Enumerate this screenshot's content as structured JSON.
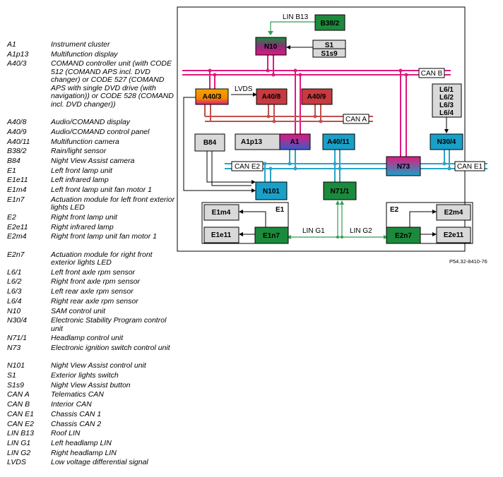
{
  "legend": [
    {
      "code": "A1",
      "desc": "Instrument cluster"
    },
    {
      "code": "A1p13",
      "desc": "Multifunction display"
    },
    {
      "code": "A40/3",
      "desc": "COMAND controller unit (with CODE 512 (COMAND APS incl. DVD changer) or CODE 527 (COMAND APS with single DVD drive (with navigation)) or CODE 528 (COMAND incl. DVD changer))"
    },
    {
      "code": "A40/8",
      "desc": "Audio/COMAND display"
    },
    {
      "code": "A40/9",
      "desc": "Audio/COMAND control panel"
    },
    {
      "code": "A40/11",
      "desc": "Multifunction camera"
    },
    {
      "code": "B38/2",
      "desc": "Rain/light sensor"
    },
    {
      "code": "B84",
      "desc": "Night View Assist camera"
    },
    {
      "code": "E1",
      "desc": "Left front lamp unit"
    },
    {
      "code": "E1e11",
      "desc": "Left infrared lamp"
    },
    {
      "code": "E1m4",
      "desc": "Left front lamp unit fan motor 1"
    },
    {
      "code": "E1n7",
      "desc": "Actuation module for left front exterior lights LED"
    },
    {
      "code": "E2",
      "desc": "Right front lamp unit"
    },
    {
      "code": "E2e11",
      "desc": "Right infrared lamp"
    },
    {
      "code": "E2m4",
      "desc": "Right front lamp unit fan motor 1"
    },
    {
      "code": "E2n7",
      "desc": "Actuation module for right front exterior lights LED"
    },
    {
      "code": "L6/1",
      "desc": "Left front axle rpm sensor"
    },
    {
      "code": "L6/2",
      "desc": "Right front axle rpm sensor"
    },
    {
      "code": "L6/3",
      "desc": "Left rear axle rpm sensor"
    },
    {
      "code": "L6/4",
      "desc": "Right rear axle rpm sensor"
    },
    {
      "code": "N10",
      "desc": "SAM control unit"
    },
    {
      "code": "N30/4",
      "desc": "Electronic Stability Program control unit"
    },
    {
      "code": "N71/1",
      "desc": "Headlamp control unit"
    },
    {
      "code": "N73",
      "desc": "Electronic ignition switch control unit"
    },
    {
      "code": "N101",
      "desc": "Night View Assist control unit"
    },
    {
      "code": "S1",
      "desc": "Exterior lights switch"
    },
    {
      "code": "S1s9",
      "desc": "Night View Assist button"
    },
    {
      "code": "CAN A",
      "desc": "Telematics CAN"
    },
    {
      "code": "CAN B",
      "desc": "Interior CAN"
    },
    {
      "code": "CAN E1",
      "desc": "Chassis CAN 1"
    },
    {
      "code": "CAN E2",
      "desc": "Chassis CAN 2"
    },
    {
      "code": "LIN B13",
      "desc": "Roof LIN"
    },
    {
      "code": "LIN G1",
      "desc": "Left headlamp LIN"
    },
    {
      "code": "LIN G2",
      "desc": "Right headlamp LIN"
    },
    {
      "code": "LVDS",
      "desc": "Low voltage differential signal"
    }
  ],
  "diagram": {
    "blocks": {
      "b38_2": "B38/2",
      "n10": "N10",
      "s1": "S1",
      "s1s9": "S1s9",
      "a40_3": "A40/3",
      "a40_8": "A40/8",
      "a40_9": "A40/9",
      "l6": "L6/1\nL6/2\nL6/3\nL6/4",
      "n30_4": "N30/4",
      "b84": "B84",
      "a1p13": "A1p13",
      "a1": "A1",
      "a40_11": "A40/11",
      "n73": "N73",
      "n101": "N101",
      "n71_1": "N71/1",
      "e1m4": "E1m4",
      "e1e11": "E1e11",
      "e1n7": "E1n7",
      "e1": "E1",
      "e2": "E2",
      "e2m4": "E2m4",
      "e2e11": "E2e11",
      "e2n7": "E2n7"
    },
    "buses": {
      "lin_b13": "LIN B13",
      "can_b": "CAN B",
      "lvds": "LVDS",
      "can_a": "CAN A",
      "can_e2": "CAN E2",
      "can_e1": "CAN E1",
      "lin_g1": "LIN G1",
      "lin_g2": "LIN G2"
    },
    "colors": {
      "can_b": "#e0197d",
      "can_a": "#c0504d",
      "can_e": "#2aa3c9",
      "lin": "#2e9e4f",
      "green_block": "#1c8a3c",
      "red_block": "#c73a3f",
      "teal_block": "#1aa0c8",
      "grey_block": "#d9d9d9",
      "orange_block": "#f5a100"
    }
  },
  "reference": "P54.32-8410-76"
}
